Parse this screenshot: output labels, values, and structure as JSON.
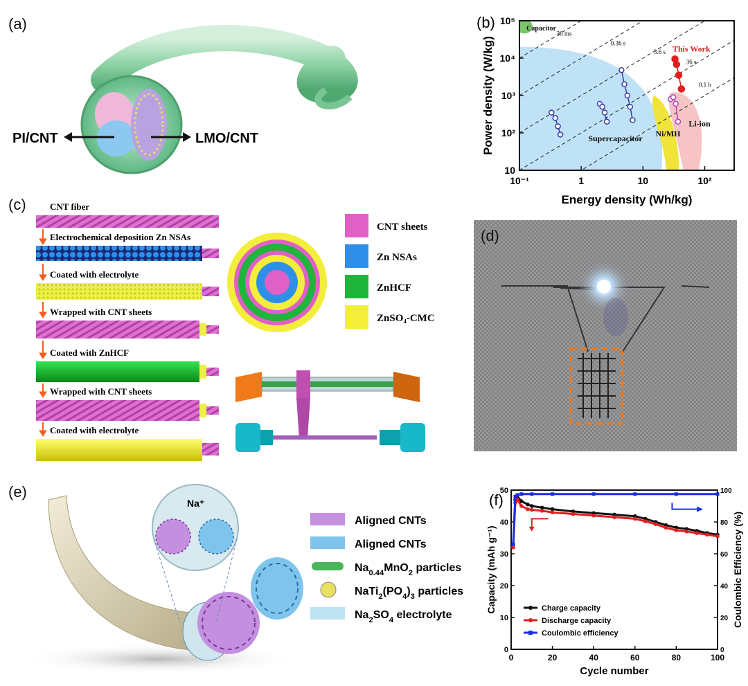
{
  "panel_a": {
    "label": "(a)",
    "left_text": "PI/CNT",
    "right_text": "LMO/CNT"
  },
  "panel_b": {
    "label": "(b)",
    "regions": [
      "Capacitor",
      "Supercapacitor",
      "Ni/MH",
      "Li-ion"
    ],
    "this_work": "This Work",
    "time_lines": [
      "36 ms",
      "0.36 s",
      "3.6 s",
      "36 s",
      "0.1 h"
    ]
  },
  "panel_c": {
    "label": "(c)",
    "steps": [
      "CNT fiber",
      "Electrochemical deposition  Zn NSAs",
      "Coated with electrolyte",
      "Wrapped with CNT sheets",
      "Coated with ZnHCF",
      "Wrapped with CNT sheets",
      "Coated with electrolyte"
    ],
    "legend": [
      {
        "label": "CNT sheets",
        "color": "#e060c8"
      },
      {
        "label": "Zn NSAs",
        "color": "#2f8fe8"
      },
      {
        "label": "ZnHCF",
        "color": "#1fb43a"
      },
      {
        "label": "ZnSO4-CMC",
        "color": "#f2ee3a"
      }
    ]
  },
  "panel_d": {
    "label": "(d)"
  },
  "panel_e": {
    "label": "(e)",
    "ion": "Na⁺",
    "legend": [
      {
        "label": "Aligned CNTs",
        "color": "#c58fe0"
      },
      {
        "label": "Aligned CNTs",
        "color": "#7ec4ec"
      },
      {
        "label": "Na0.44MnO2 particles",
        "color": "#49b45a"
      },
      {
        "label": "NaTi2(PO4)3 particles",
        "color": "#e8e060"
      },
      {
        "label": "Na2SO4 electrolyte",
        "color": "#bfe3f0"
      }
    ]
  },
  "panel_f": {
    "label": "(f)"
  },
  "chart_data": [
    {
      "type": "scatter",
      "xlabel": "Energy density (Wh/kg)",
      "ylabel": "Power density (W/kg)",
      "xscale": "log",
      "yscale": "log",
      "xlim": [
        0.1,
        300
      ],
      "ylim": [
        10,
        100000
      ],
      "xticks": [
        "10⁻¹",
        "1",
        "10",
        "10²"
      ],
      "yticks": [
        "10",
        "10²",
        "10³",
        "10⁴",
        "10⁵"
      ],
      "series": [
        {
          "name": "This Work",
          "color": "#e02020",
          "x": [
            33,
            35,
            38,
            42
          ],
          "y": [
            9500,
            6800,
            3500,
            1500
          ]
        },
        {
          "color": "#3a3aa0",
          "x": [
            0.33,
            0.38,
            0.42,
            0.46
          ],
          "y": [
            350,
            250,
            150,
            90
          ]
        },
        {
          "color": "#3a3aa0",
          "x": [
            2.0,
            2.2,
            2.4,
            2.6
          ],
          "y": [
            600,
            500,
            350,
            200
          ]
        },
        {
          "color": "#3a3aa0",
          "x": [
            4.5,
            5.0,
            5.6,
            6.2,
            6.8
          ],
          "y": [
            4800,
            2000,
            1000,
            500,
            220
          ]
        },
        {
          "color": "#b040c0",
          "x": [
            28,
            31,
            34,
            37
          ],
          "y": [
            800,
            900,
            600,
            200
          ]
        }
      ]
    },
    {
      "type": "line",
      "xlabel": "Cycle number",
      "ylabel": "Capacity (mAh g⁻¹)",
      "y2label": "Coulombic Efficiency (%)",
      "xlim": [
        0,
        100
      ],
      "ylim": [
        0,
        50
      ],
      "y2lim": [
        0,
        100
      ],
      "xticks": [
        0,
        20,
        40,
        60,
        80,
        100
      ],
      "yticks": [
        0,
        10,
        20,
        30,
        40,
        50
      ],
      "y2ticks": [
        0,
        20,
        40,
        60,
        80,
        100
      ],
      "series": [
        {
          "name": "Charge capacity",
          "color": "#111111",
          "axis": "left",
          "x": [
            1,
            2,
            3,
            5,
            8,
            10,
            15,
            20,
            30,
            40,
            50,
            60,
            65,
            70,
            75,
            80,
            85,
            90,
            95,
            100
          ],
          "y": [
            33,
            47,
            48,
            46.5,
            45.5,
            45,
            44.5,
            44,
            43.3,
            42.8,
            42.3,
            41.8,
            41,
            40,
            39,
            38.2,
            37.8,
            37.2,
            36.5,
            36
          ]
        },
        {
          "name": "Discharge capacity",
          "color": "#e02020",
          "axis": "left",
          "x": [
            1,
            2,
            3,
            5,
            8,
            10,
            15,
            20,
            30,
            40,
            50,
            60,
            65,
            70,
            75,
            80,
            85,
            90,
            95,
            100
          ],
          "y": [
            32,
            46,
            47,
            45,
            44,
            43.8,
            43.5,
            43,
            42.5,
            42,
            41.5,
            41,
            40.2,
            39.3,
            38.2,
            37.4,
            37,
            36.5,
            36,
            35.5
          ]
        },
        {
          "name": "Coulombic efficiency",
          "color": "#1a2ee8",
          "axis": "right",
          "x": [
            1,
            2,
            3,
            5,
            10,
            20,
            40,
            60,
            80,
            100
          ],
          "y": [
            66,
            96,
            97,
            97.5,
            97.5,
            97.5,
            97.5,
            97.5,
            97.5,
            97.5
          ]
        }
      ]
    }
  ]
}
